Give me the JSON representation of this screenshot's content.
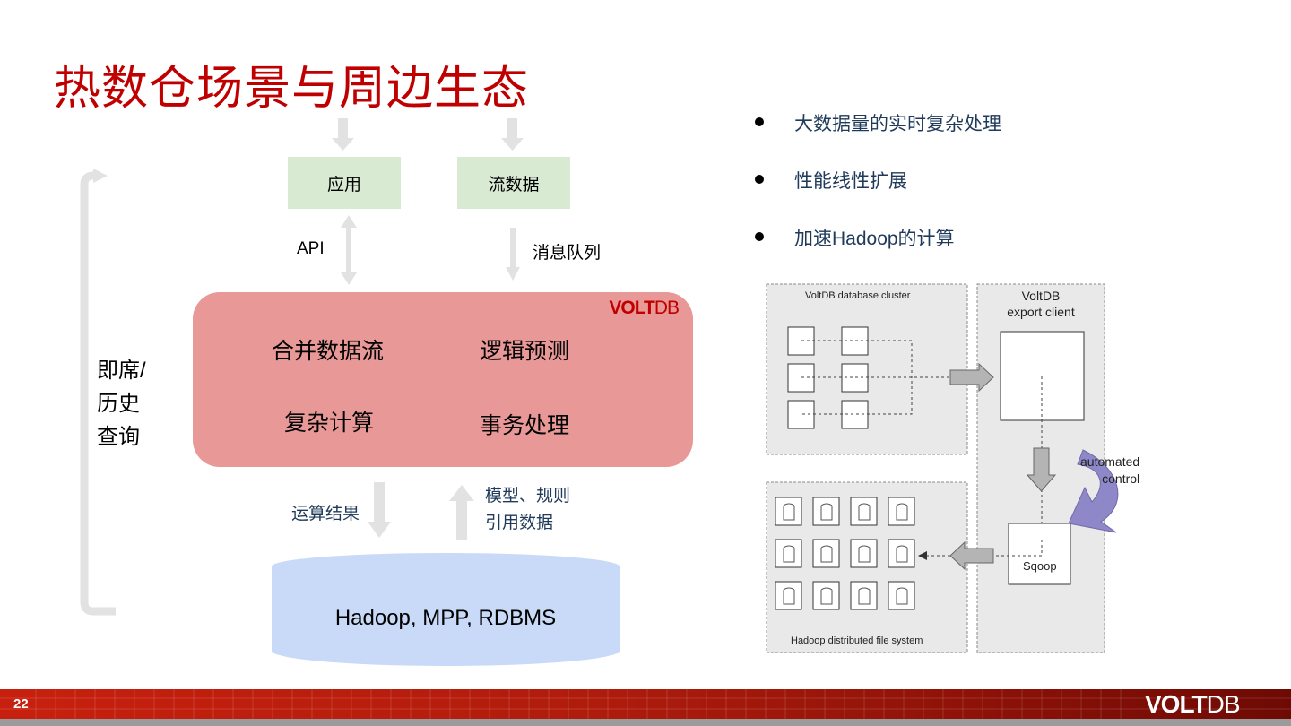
{
  "slide": {
    "title": "热数仓场景与周边生态",
    "page_number": "22",
    "footer_logo": {
      "bold": "VOLT",
      "light": "DB"
    }
  },
  "left_diagram": {
    "top_boxes": [
      "应用",
      "流数据"
    ],
    "api_label": "API",
    "queue_label": "消息队列",
    "core_logo": {
      "bold": "VOLT",
      "light": "DB"
    },
    "operations": [
      "合并数据流",
      "逻辑预测",
      "复杂计算",
      "事务处理"
    ],
    "query_label": [
      "即席/",
      "历史",
      "查询"
    ],
    "result_label": "运算结果",
    "model_label": [
      "模型、规则",
      "引用数据"
    ],
    "storage_label": "Hadoop, MPP, RDBMS"
  },
  "bullets": [
    "大数据量的实时复杂处理",
    "性能线性扩展",
    "加速Hadoop的计算"
  ],
  "right_diagram": {
    "cluster_title": "VoltDB database cluster",
    "export_title": [
      "VoltDB",
      "export client"
    ],
    "automated_label": [
      "automated",
      "control"
    ],
    "sqoop_label": "Sqoop",
    "hdfs_title": "Hadoop distributed file system"
  },
  "colors": {
    "title": "#c00000",
    "green_box": "#d9ead3",
    "volt_box": "#e89896",
    "cylinder": "#c9daf8",
    "arrow_gray": "#e2e2e2",
    "blue_text": "#1f3a5a",
    "automated_arrow": "#8e88c8"
  }
}
